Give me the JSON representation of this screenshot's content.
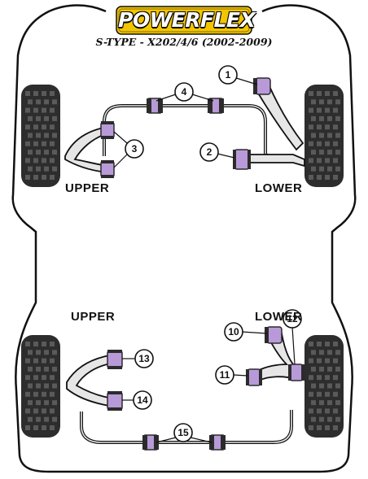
{
  "brand": {
    "name": "POWERFLEX",
    "accent": "#f2c500"
  },
  "title": "S-TYPE - X202/4/6 (2002-2009)",
  "labels": {
    "front_upper": "UPPER",
    "front_lower": "LOWER",
    "rear_upper": "UPPER",
    "rear_lower": "LOWER"
  },
  "callouts": [
    "1",
    "2",
    "3",
    "4",
    "10",
    "11",
    "12",
    "13",
    "14",
    "15"
  ],
  "colors": {
    "bush": "#b99ad8",
    "bush_dark": "#6d4a94",
    "metal": "#2b2b2b",
    "arm": "#e6e6e6",
    "tyre": "#2d2d2d"
  }
}
